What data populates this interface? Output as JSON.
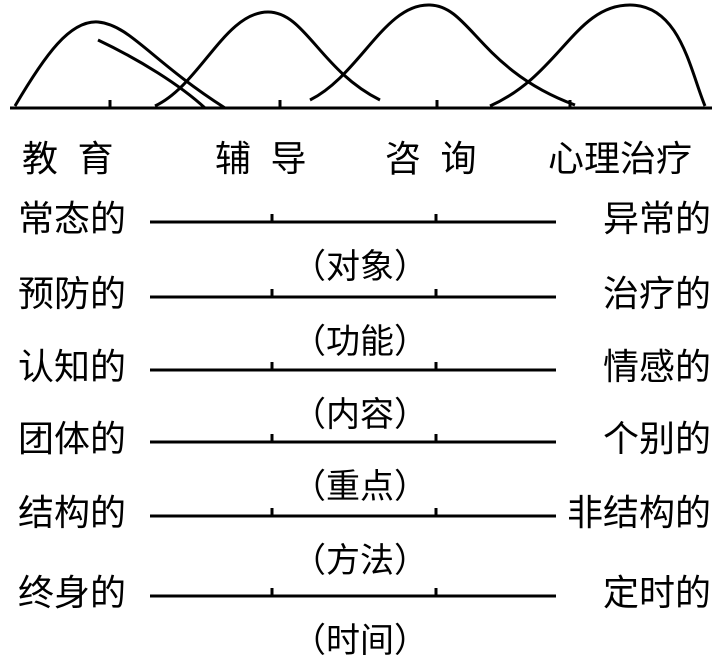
{
  "top_labels": [
    "教 育",
    "辅 导",
    "咨 询",
    "心理治疗"
  ],
  "rows": [
    {
      "left": "常态的",
      "right": "异常的",
      "dimension": "（对象）"
    },
    {
      "left": "预防的",
      "right": "治疗的",
      "dimension": "（功能）"
    },
    {
      "left": "认知的",
      "right": "情感的",
      "dimension": "（内容）"
    },
    {
      "left": "团体的",
      "right": "个别的",
      "dimension": "（重点）"
    },
    {
      "left": "结构的",
      "right": "非结构的",
      "dimension": "（方法）"
    },
    {
      "left": "终身的",
      "right": "定时的",
      "dimension": "（时间）"
    }
  ]
}
